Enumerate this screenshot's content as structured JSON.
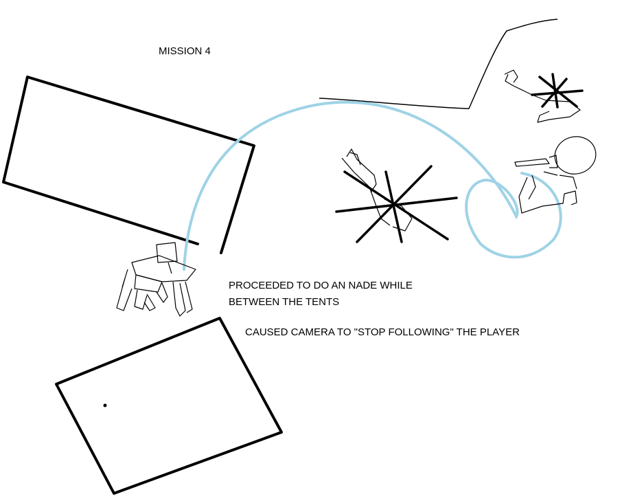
{
  "diagram": {
    "title": "MISSION 4",
    "notes": [
      "PROCEEDED TO DO AN NADE WHILE",
      "BETWEEN THE TENTS",
      "CAUSED CAMERA TO \"STOP FOLLOWING\" THE PLAYER"
    ],
    "colors": {
      "ink": "#000000",
      "grenade_path": "#9fd3e6",
      "background": "#ffffff"
    },
    "icons": {
      "player": "player-figure-icon",
      "explosion": "explosion-star-icon",
      "enemy": "enemy-figure-icon",
      "tent": "tent-rectangle"
    }
  }
}
